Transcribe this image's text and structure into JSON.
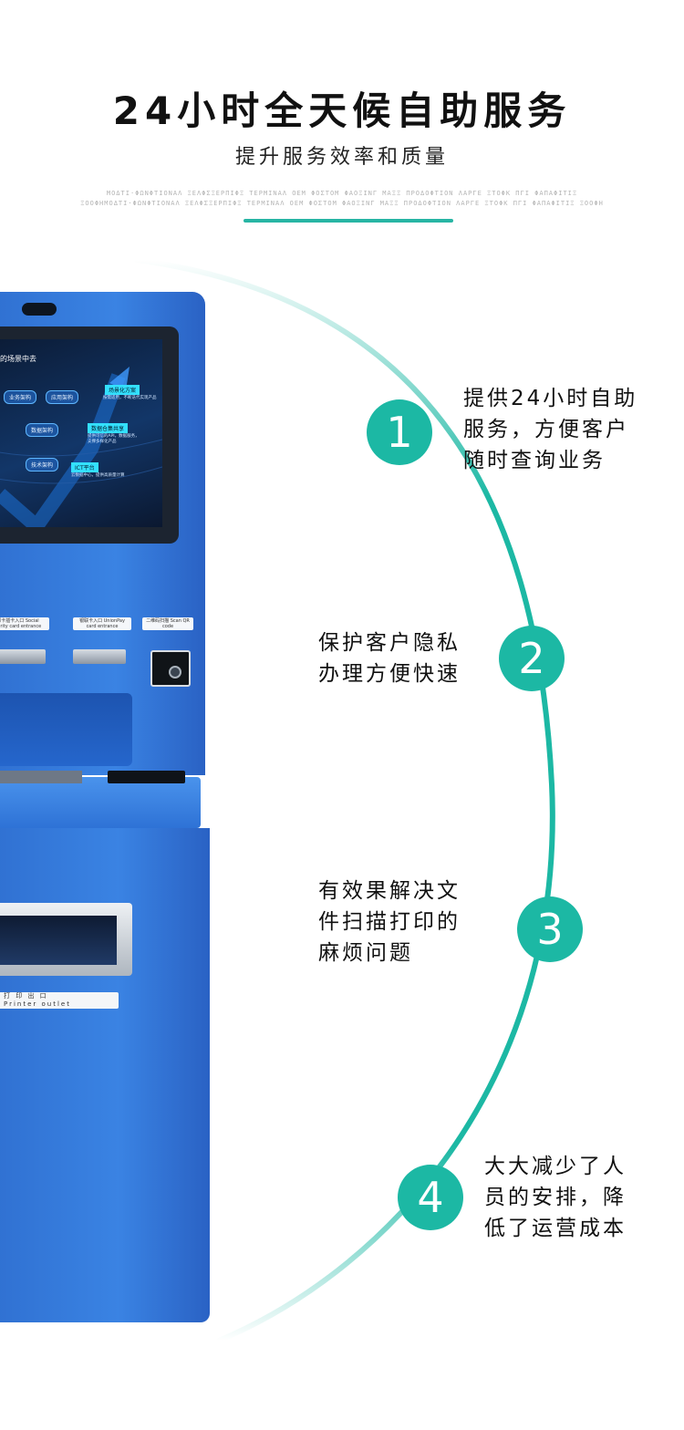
{
  "header": {
    "title": "24小时全天候自助服务",
    "subtitle": "提升服务效率和质量",
    "deco_line_1": "MOΔTI·ΦΩΝΦΤIONAΛ ΞΕΛΦΣΞΕΡΠIΦΞ ΤΕΡΜΙΝΑΛ ΟΕΜ ΦΟΣΤΟΜ ΦΑΟΞIΝΓ MAΞΞ ΠΡΟΔΟΦΤΙΟΝ ΛΑΡΓΕ ΞΤΟΦΚ ΠΓΙ ΦΑΠΑΦΙΤΙΞ",
    "deco_line_2": "ΞΟΟΦΗΜΟΔΤΙ·ΦΩΝΦΤIONAΛ ΞΕΛΦΣΞΕΡΠIΦΞ ΤΕΡΜΙΝΑΛ ΟΕΜ ΦΟΣΤΟΜ ΦΑΟΞIΝΓ MAΞΞ ΠΡΟΔΟΦΤΙΟΝ ΛΑΡΓΕ ΞΤΟΦΚ ΠΓΙ ΦΑΠΑΦΙΤΙΞ ΞΟΟΦΗ",
    "accent_color": "#27b5a4"
  },
  "kiosk": {
    "screen": {
      "heading": "的场景中去",
      "node_1": "业务架构",
      "node_2": "应用架构",
      "node_3": "数据架构",
      "node_4": "技术架构",
      "tag_1": "场景化方案",
      "tag_2": "数据仓集共享",
      "tag_3": "ICT平台",
      "text_1": "按需适用，不断迭代实现产品",
      "text_2": "提供可信的API，数据服务，支撑多样化产品",
      "text_3": "云数据中心，提供高质量计算"
    },
    "slot_1_label": "社保卡插卡入口 Social security card entrance",
    "slot_2_label": "银联卡入口 UnionPay card entrance",
    "qr_label": "二维码扫描 Scan QR code",
    "printer_label": "打 印 出 口\nPrinter outlet",
    "body_color": "#3a83e3"
  },
  "features": [
    {
      "number": "1",
      "text": "提供24小时自助\n服务，方便客户\n随时查询业务"
    },
    {
      "number": "2",
      "text": "保护客户隐私\n办理方便快速"
    },
    {
      "number": "3",
      "text": "有效果解决文\n件扫描打印的\n麻烦问题"
    },
    {
      "number": "4",
      "text": "大大减少了人\n员的安排，降\n低了运营成本"
    }
  ],
  "badge_color": "#1cb8a4"
}
